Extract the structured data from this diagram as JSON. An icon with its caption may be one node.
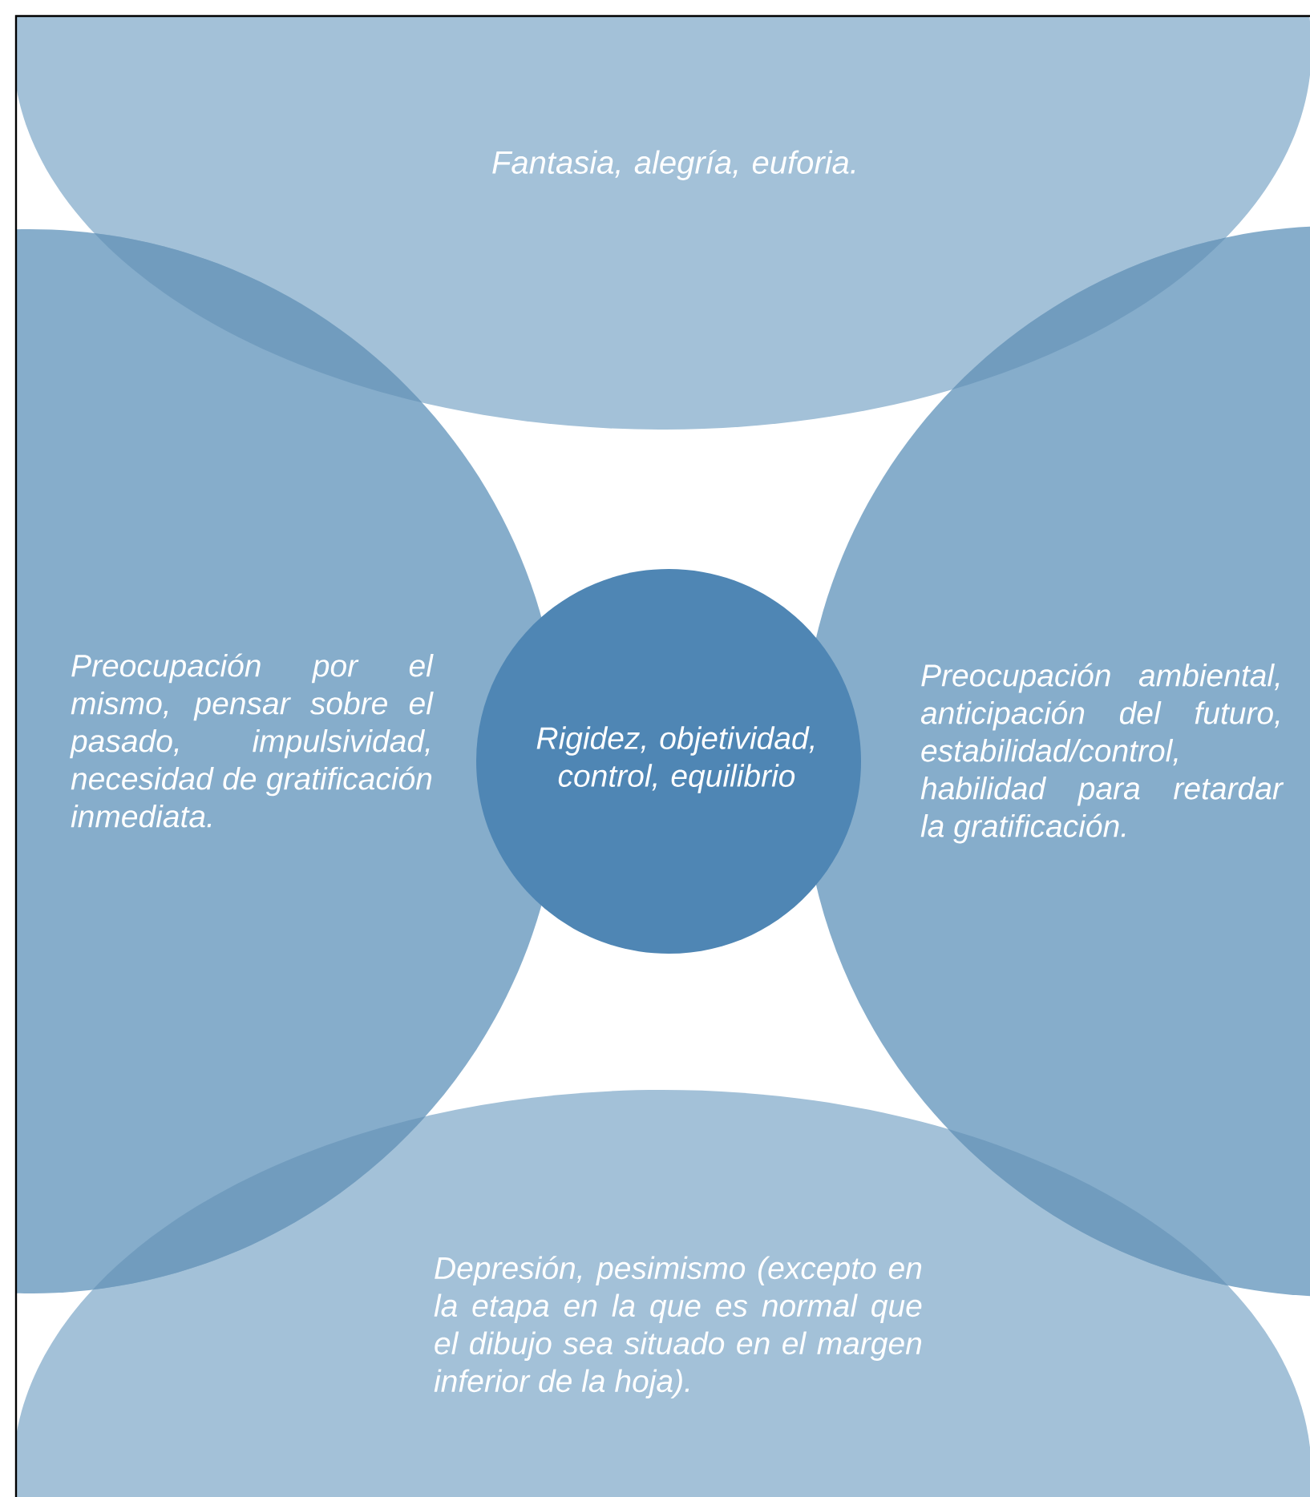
{
  "diagram": {
    "nodes": [
      {
        "text": [
          "Fantasia, alegría, euforia."
        ]
      },
      {
        "text": [
          "Preocupación por el mismo, pensar sobre el pasado, impulsividad, necesidad de gratificación inmediata."
        ]
      },
      {
        "text": [
          "Rigidez, objetividad, control, equilibrio"
        ]
      },
      {
        "text": [
          "Preocupación ambiental, anticipación del futuro, estabilidad/control, habilidad para retardar la gratificación."
        ]
      },
      {
        "text": [
          "Depresión, pesimismo (excepto en la etapa en la que es normal que el dibujo sea situado en el margen inferior de la hoja)."
        ]
      }
    ]
  }
}
